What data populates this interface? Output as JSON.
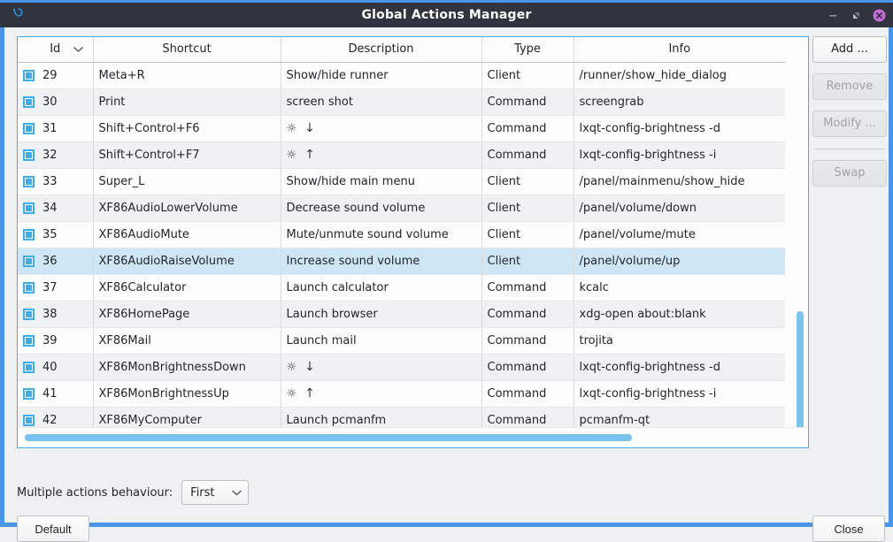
{
  "window": {
    "title": "Global Actions Manager",
    "icon": "lxqt-swirl-logo-icon",
    "titlebar_bg": "#2f343f",
    "accent": "#3daee9",
    "frame_color": "#4a94e8",
    "controls": {
      "minimize": "minimize-icon",
      "maximize": "maximize-icon",
      "close": "close-icon",
      "close_color": "#c867d5"
    }
  },
  "table": {
    "columns": [
      "Id",
      "Shortcut",
      "Description",
      "Type",
      "Info"
    ],
    "sort_column": "Id",
    "sort_indicator": "descending-chevron",
    "rows": [
      {
        "id": "29",
        "shortcut": "Meta+R",
        "description": "Show/hide runner",
        "type": "Client",
        "info": "/runner/show_hide_dialog"
      },
      {
        "id": "30",
        "shortcut": "Print",
        "description": "screen shot",
        "type": "Command",
        "info": "screengrab"
      },
      {
        "id": "31",
        "shortcut": "Shift+Control+F6",
        "description": "brightness-down",
        "description_kind": "brightness-down",
        "type": "Command",
        "info": "lxqt-config-brightness -d"
      },
      {
        "id": "32",
        "shortcut": "Shift+Control+F7",
        "description": "brightness-up",
        "description_kind": "brightness-up",
        "type": "Command",
        "info": "lxqt-config-brightness -i"
      },
      {
        "id": "33",
        "shortcut": "Super_L",
        "description": "Show/hide main menu",
        "type": "Client",
        "info": "/panel/mainmenu/show_hide"
      },
      {
        "id": "34",
        "shortcut": "XF86AudioLowerVolume",
        "description": "Decrease sound volume",
        "type": "Client",
        "info": "/panel/volume/down"
      },
      {
        "id": "35",
        "shortcut": "XF86AudioMute",
        "description": "Mute/unmute sound volume",
        "type": "Client",
        "info": "/panel/volume/mute"
      },
      {
        "id": "36",
        "shortcut": "XF86AudioRaiseVolume",
        "description": "Increase sound volume",
        "type": "Client",
        "info": "/panel/volume/up",
        "selected": true
      },
      {
        "id": "37",
        "shortcut": "XF86Calculator",
        "description": "Launch calculator",
        "type": "Command",
        "info": "kcalc"
      },
      {
        "id": "38",
        "shortcut": "XF86HomePage",
        "description": "Launch browser",
        "type": "Command",
        "info": "xdg-open about:blank"
      },
      {
        "id": "39",
        "shortcut": "XF86Mail",
        "description": "Launch mail",
        "type": "Command",
        "info": "trojita"
      },
      {
        "id": "40",
        "shortcut": "XF86MonBrightnessDown",
        "description": "brightness-down",
        "description_kind": "brightness-down",
        "type": "Command",
        "info": "lxqt-config-brightness -d"
      },
      {
        "id": "41",
        "shortcut": "XF86MonBrightnessUp",
        "description": "brightness-up",
        "description_kind": "brightness-up",
        "type": "Command",
        "info": "lxqt-config-brightness -i"
      },
      {
        "id": "42",
        "shortcut": "XF86MyComputer",
        "description": "Launch pcmanfm",
        "type": "Command",
        "info": "pcmanfm-qt"
      }
    ]
  },
  "side_buttons": [
    {
      "label": "Add ...",
      "enabled": true
    },
    {
      "label": "Remove",
      "enabled": false
    },
    {
      "label": "Modify ...",
      "enabled": false
    },
    {
      "label": "Swap",
      "enabled": false
    }
  ],
  "behaviour": {
    "label": "Multiple actions behaviour:",
    "selected": "First"
  },
  "footer": {
    "default_label": "Default",
    "close_label": "Close"
  },
  "scrollbars": {
    "vertical_color": "#79c3ec",
    "horizontal_color": "#79c3ec"
  }
}
